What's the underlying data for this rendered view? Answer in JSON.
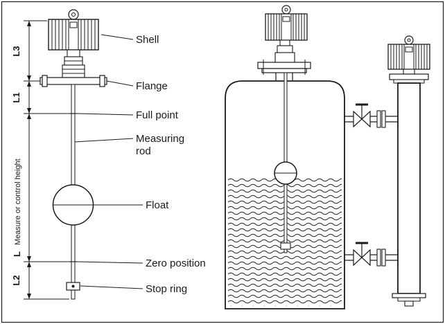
{
  "figure": {
    "ink_color": "#1a1a1a",
    "background_color": "#ffffff"
  },
  "left_view": {
    "part_labels": {
      "shell": "Shell",
      "flange": "Flange",
      "full_point": "Full point",
      "measuring_rod_lines": [
        "Measuring",
        "rod"
      ],
      "float": "Float",
      "zero_position": "Zero position",
      "stop_ring": "Stop ring"
    },
    "dimensions": {
      "l3": "L3",
      "l1": "L1",
      "l": "L",
      "l_description": "Measure or control height",
      "l2": "L2"
    }
  }
}
